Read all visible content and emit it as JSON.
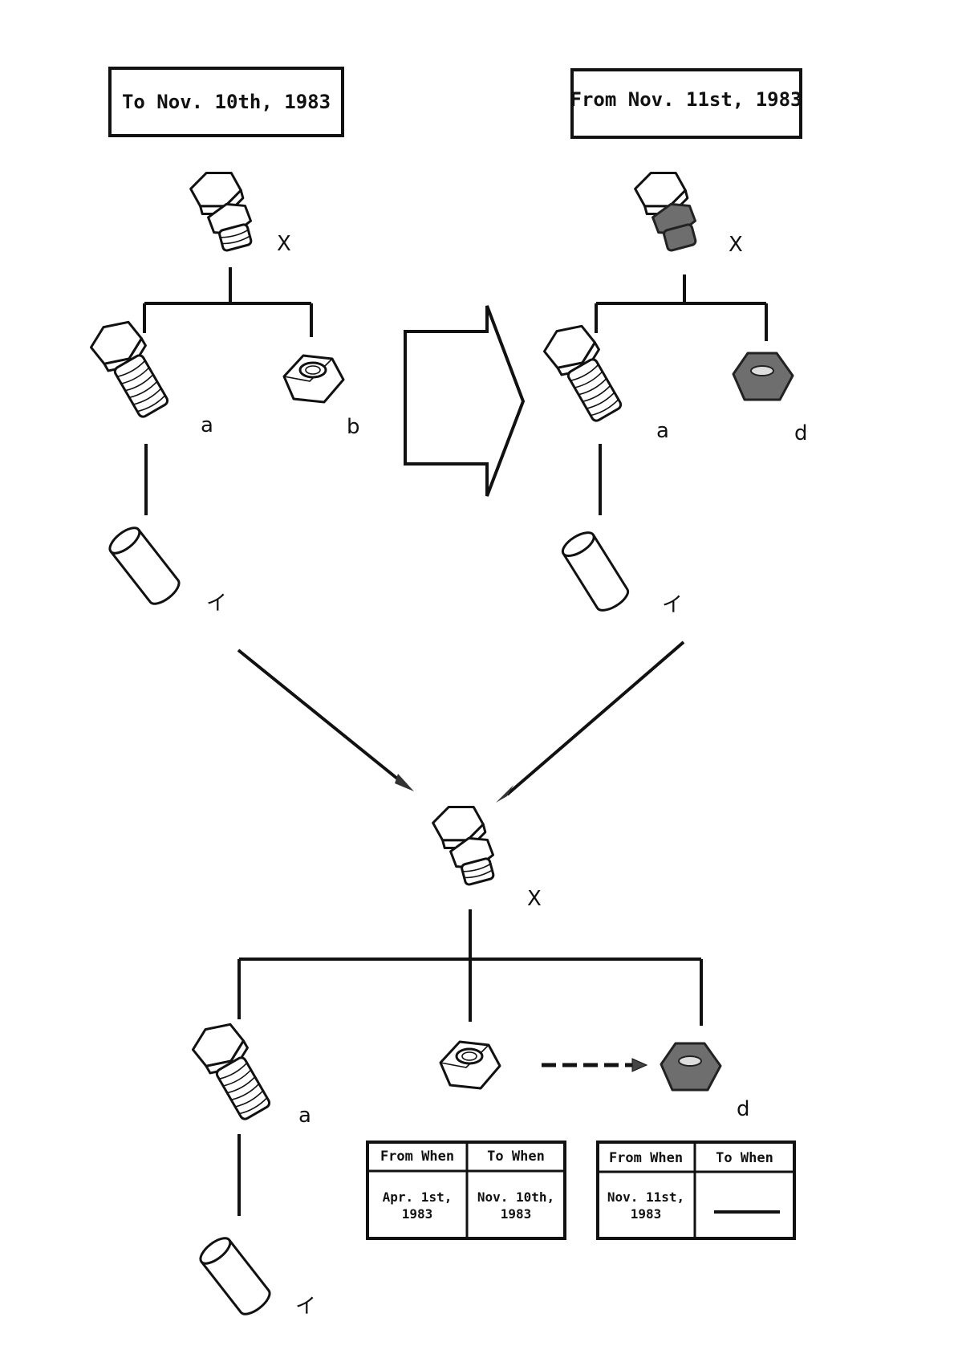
{
  "header_left": "To Nov. 10th, 1983",
  "header_right": "From Nov. 11st, 1983",
  "before": {
    "assembly_label": "X",
    "bolt_label": "a",
    "nut_label": "b",
    "pin_label": "イ"
  },
  "after": {
    "assembly_label": "X",
    "bolt_label": "a",
    "nut_label": "d",
    "pin_label": "イ"
  },
  "merged": {
    "assembly_label": "X",
    "bolt_label": "a",
    "new_nut_label": "d",
    "pin_label": "イ"
  },
  "table_old": {
    "headers": [
      "From When",
      "To When"
    ],
    "from_line1": "Apr. 1st,",
    "from_line2": "1983",
    "to_line1": "Nov. 10th,",
    "to_line2": "1983"
  },
  "table_new": {
    "headers": [
      "From When",
      "To When"
    ],
    "from_line1": "Nov. 11st,",
    "from_line2": "1983",
    "to_value": "—"
  },
  "colors": {
    "ink": "#111111",
    "changed_part_fill": "#6e6e6e"
  }
}
